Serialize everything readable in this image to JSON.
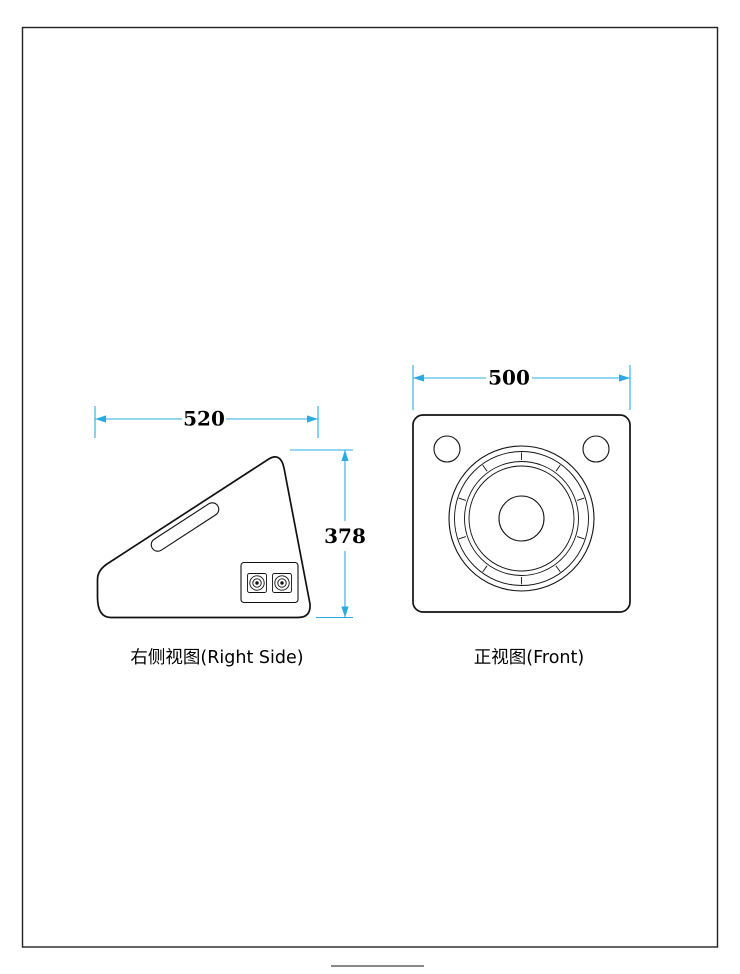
{
  "page": {
    "background": "#ffffff",
    "frame_color": "#222222",
    "object_line_color": "#111111",
    "dimension_color": "#29abe2"
  },
  "side_view": {
    "label": "右侧视图(Right Side)",
    "width_dimension": "520",
    "height_dimension": "378"
  },
  "front_view": {
    "label": "正视图(Front)",
    "width_dimension": "500"
  }
}
